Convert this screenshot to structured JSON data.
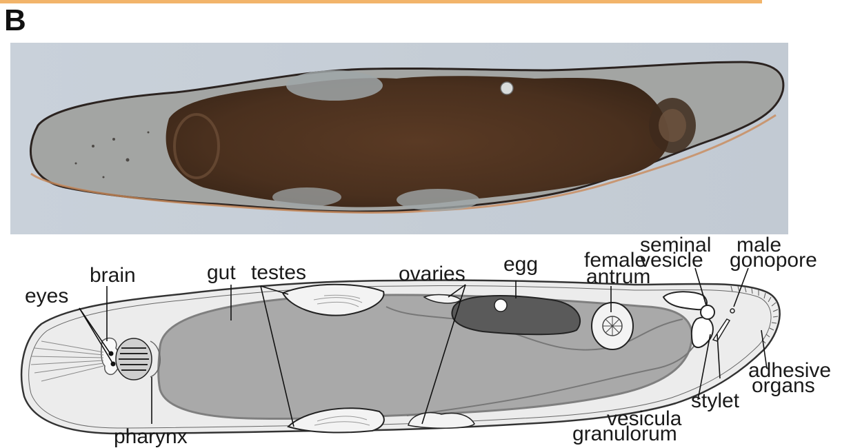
{
  "figure": {
    "panel_letter": "B",
    "accent_color": "#f2b46a"
  },
  "micrograph": {
    "background_color": "#c7cfd8",
    "body_tint": "#9c9e9e",
    "gut_tint": "#4a3120"
  },
  "schematic": {
    "body_fill": "#ececec",
    "gut_fill": "#a9a9a9",
    "egg_fill": "#5a5a5a",
    "labels": {
      "eyes": "eyes",
      "brain": "brain",
      "gut": "gut",
      "testes": "testes",
      "ovaries": "ovaries",
      "egg": "egg",
      "female_antrum_line1": "female",
      "female_antrum_line2": "antrum",
      "seminal_vesicle_line1": "seminal",
      "seminal_vesicle_line2": "vesicle",
      "male_gonopore_line1": "male",
      "male_gonopore_line2": "gonopore",
      "adhesive_organs_line1": "adhesive",
      "adhesive_organs_line2": "organs",
      "stylet": "stylet",
      "vesicula_granulorum_line1": "vesicula",
      "vesicula_granulorum_line2": "granulorum",
      "pharynx": "pharynx"
    }
  }
}
